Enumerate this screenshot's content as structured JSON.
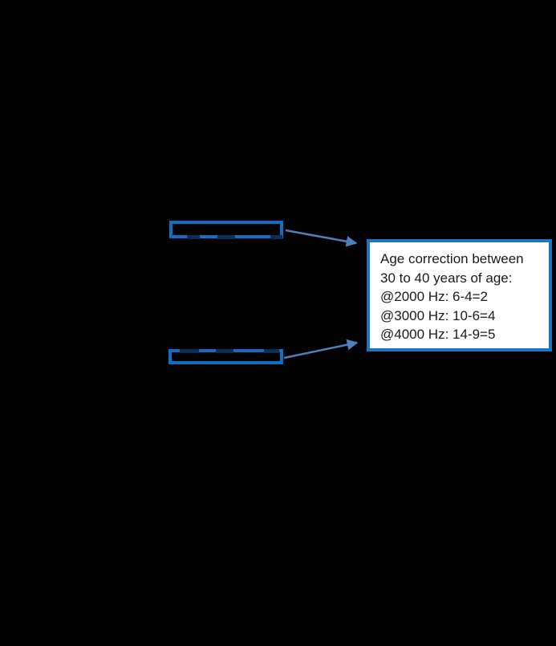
{
  "callout": {
    "lines": [
      "Age correction between",
      "30 to 40 years of age:",
      "@2000 Hz: 6-4=2",
      "@3000 Hz: 10-6=4",
      "@4000 Hz: 14-9=5"
    ]
  },
  "colors": {
    "background": "#000000",
    "highlight_border": "#0e70c4",
    "callout_border": "#1b74c4",
    "callout_bg": "#ffffff",
    "callout_text": "#1a1a1a",
    "arrow": "#4f7fbe"
  }
}
